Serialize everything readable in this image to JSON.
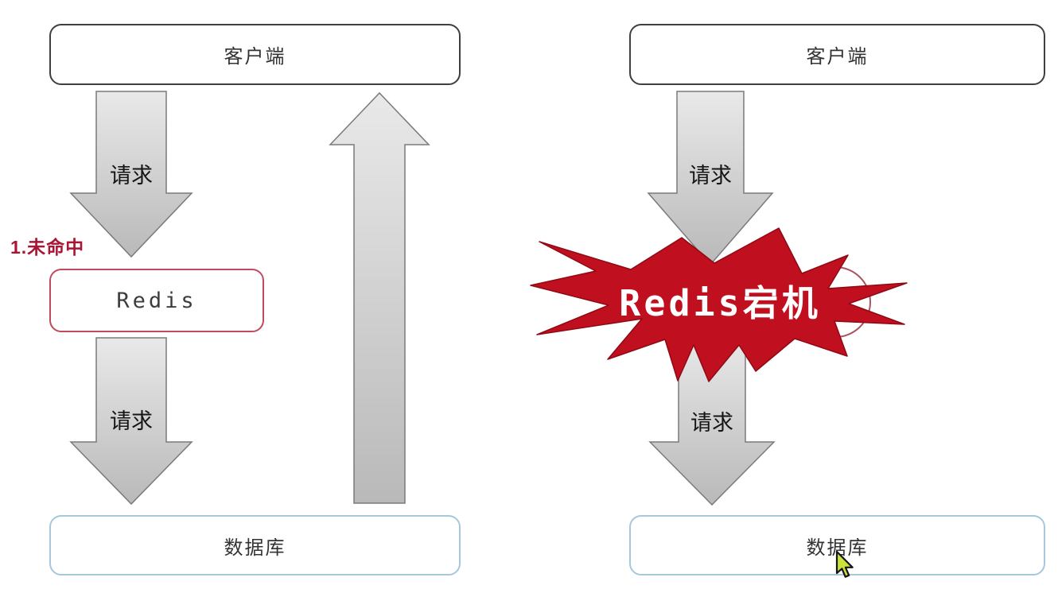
{
  "colors": {
    "background": "#ffffff",
    "client_box_border": "#3f3f3f",
    "redis_box_border": "#c04a5e",
    "database_box_border": "#a6c8dc",
    "box_fill": "#ffffff",
    "box_text": "#333333",
    "arrow_fill_light": "#e9e9e9",
    "arrow_fill_dark": "#b9b9b9",
    "arrow_stroke": "#7a7a7a",
    "request_text": "#161616",
    "miss_note_text": "#a81535",
    "starburst_fill": "#c00f1e",
    "starburst_stroke": "#8f0a14",
    "starburst_text": "#ffffff",
    "hidden_outline": "#a85560",
    "cursor_fill": "#cbe23b",
    "cursor_stroke": "#151515"
  },
  "icons": {
    "request_arrow": "down-block-arrow",
    "response_arrow": "up-block-arrow",
    "crash_shape": "explosion-starburst",
    "cursor": "mouse-pointer-arrow"
  },
  "left_diagram": {
    "client": {
      "label": "客户端"
    },
    "request_top": {
      "label": "请求"
    },
    "cache_miss_note": {
      "label": "1.未命中"
    },
    "redis": {
      "label": "Redis"
    },
    "request_bottom": {
      "label": "请求"
    },
    "database": {
      "label": "数据库"
    }
  },
  "right_diagram": {
    "client": {
      "label": "客户端"
    },
    "request_top": {
      "label": "请求"
    },
    "crash_burst": {
      "label": "Redis宕机"
    },
    "request_bottom": {
      "label": "请求"
    },
    "database": {
      "label": "数据库"
    }
  }
}
